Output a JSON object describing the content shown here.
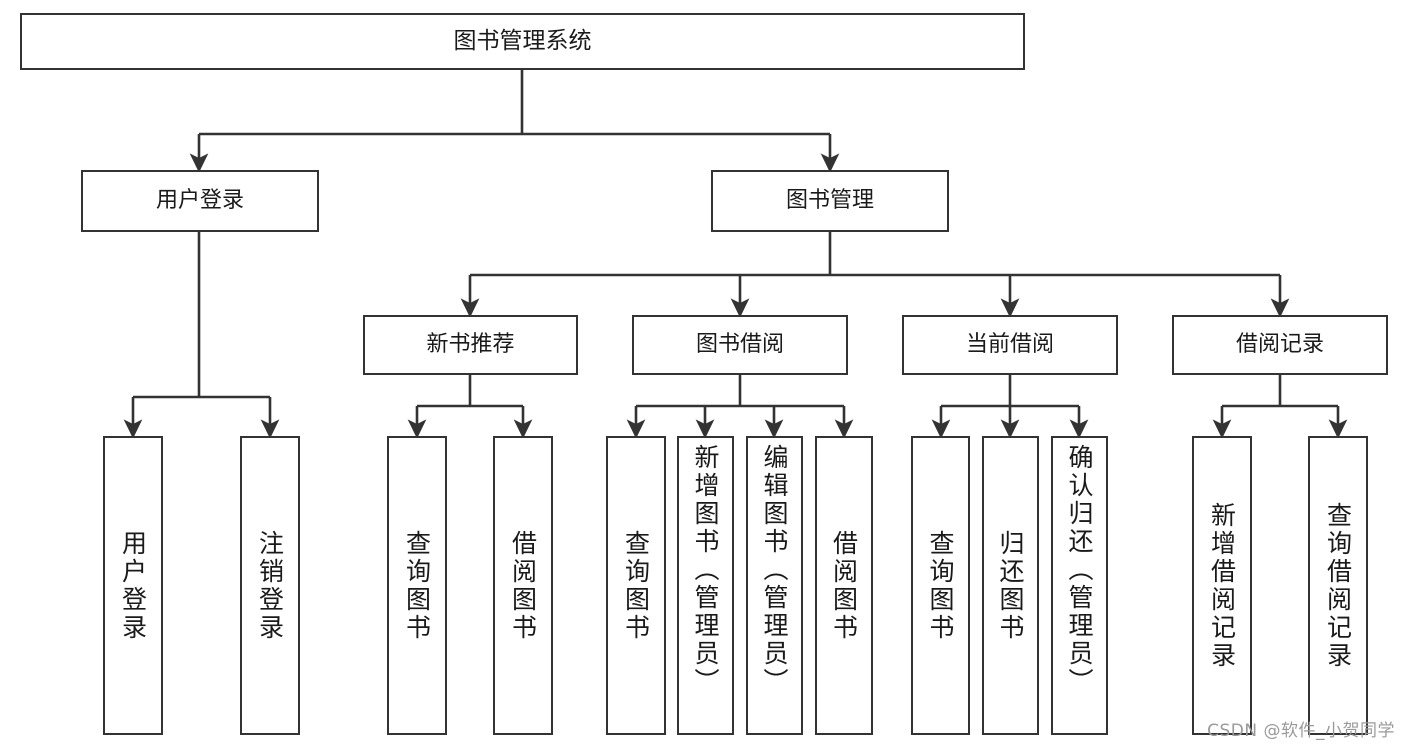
{
  "diagram": {
    "title": "图书管理系统",
    "type": "tree-hierarchy-chart",
    "watermark": "CSDN @软件_小贺同学",
    "colors": {
      "box_border": "#333333",
      "box_fill": "#ffffff",
      "connector": "#333333",
      "text": "#1a1a1a",
      "watermark": "#9a9a9a"
    },
    "root": {
      "label": "图书管理系统"
    },
    "level2": [
      {
        "label": "用户登录"
      },
      {
        "label": "图书管理"
      }
    ],
    "level3": [
      {
        "label": "新书推荐"
      },
      {
        "label": "图书借阅"
      },
      {
        "label": "当前借阅"
      },
      {
        "label": "借阅记录"
      }
    ],
    "leaves": {
      "user_login": [
        {
          "label": "用户登录"
        },
        {
          "label": "注销登录"
        }
      ],
      "new_book_recommend": [
        {
          "label": "查询图书"
        },
        {
          "label": "借阅图书"
        }
      ],
      "book_borrow": [
        {
          "label": "查询图书"
        },
        {
          "label": "新增图书（管理员）"
        },
        {
          "label": "编辑图书（管理员）"
        },
        {
          "label": "借阅图书"
        }
      ],
      "current_borrow": [
        {
          "label": "查询图书"
        },
        {
          "label": "归还图书"
        },
        {
          "label": "确认归还（管理员）"
        }
      ],
      "borrow_record": [
        {
          "label": "新增借阅记录"
        },
        {
          "label": "查询借阅记录"
        }
      ]
    }
  }
}
